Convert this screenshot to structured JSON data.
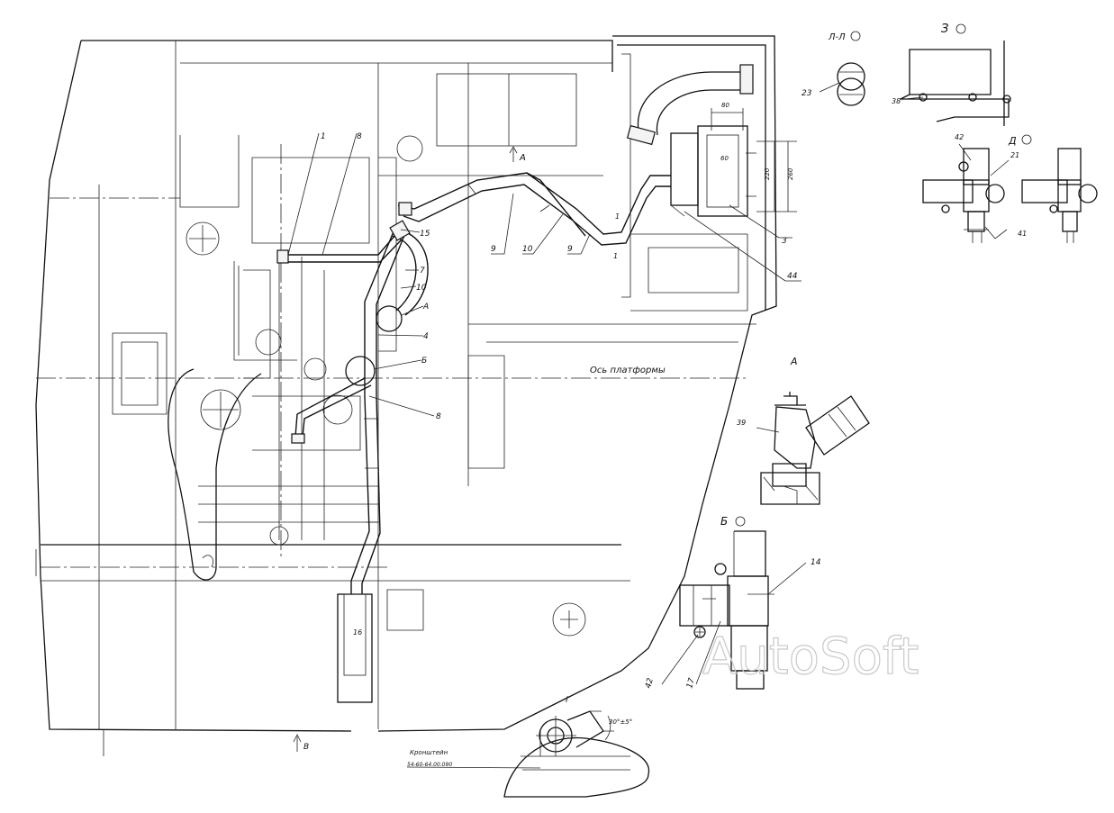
{
  "callouts": {
    "c1": "1",
    "c8a": "8",
    "c15": "15",
    "c7": "7",
    "c10a": "10",
    "cA": "А",
    "c4": "4",
    "cB": "Б",
    "c8b": "8",
    "c9a": "9",
    "c10b": "10",
    "c9b": "9",
    "c44": "44",
    "c3": "3",
    "c42a": "42",
    "c21": "21",
    "c41": "41",
    "c38": "38",
    "c23": "23",
    "c39": "39",
    "c14": "14",
    "c42b": "42",
    "c17": "17"
  },
  "views": {
    "section_ll": "Л-Л",
    "view_z": "З",
    "view_d": "Д",
    "detail_a": "А",
    "view_b": "Б",
    "view_g": "Г",
    "arrow_a": "А",
    "arrow_v": "В"
  },
  "axis_label": "Ось платформы",
  "dims": {
    "d80": "80",
    "d220": "220",
    "d260": "260",
    "d60": "60",
    "d1a": "1",
    "d1b": "1",
    "angle": "30°±5°"
  },
  "bracket": {
    "title": "Кронштейн",
    "code": "54-60-64.00.090"
  },
  "watermark": "AutoSoft"
}
